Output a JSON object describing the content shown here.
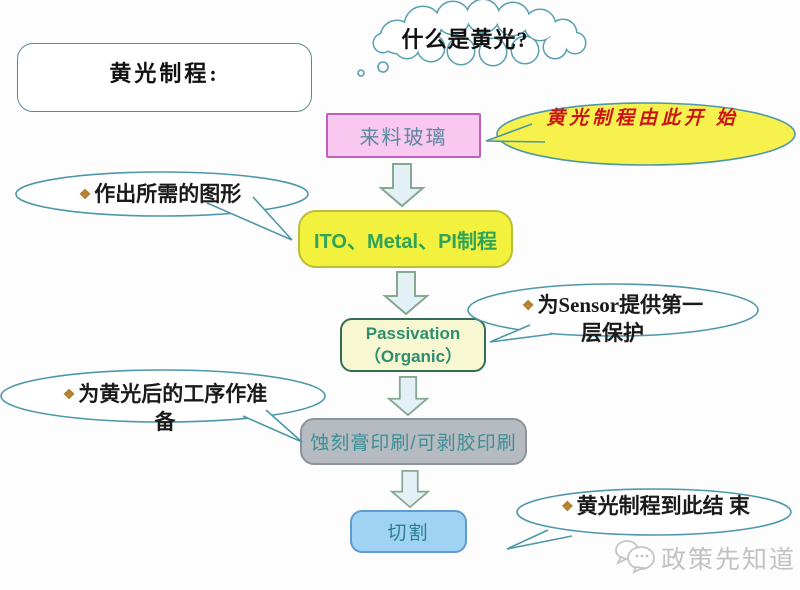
{
  "title_box": {
    "label": "黄光制程:"
  },
  "cloud": {
    "label": "什么是黄光?"
  },
  "boxes": {
    "glass": {
      "label": "来料玻璃"
    },
    "ito": {
      "label": "ITO、Metal、PI制程"
    },
    "passivation": {
      "line1": "Passivation",
      "line2": "（Organic）"
    },
    "print": {
      "label": "蚀刻膏印刷/可剥胶印刷"
    },
    "cut": {
      "label": "切割"
    }
  },
  "callouts": {
    "start": {
      "lines": [
        "黄光制程由此开",
        "始"
      ]
    },
    "pattern": {
      "bullet": "❖",
      "lines": [
        "作出所需的图形"
      ]
    },
    "sensor": {
      "bullet": "❖",
      "lines": [
        "为Sensor提供第一",
        "层保护"
      ]
    },
    "prepare": {
      "bullet": "❖",
      "lines": [
        "为黄光后的工序作准",
        "备"
      ]
    },
    "end": {
      "bullet": "❖",
      "lines": [
        "黄光制程到此结",
        "束"
      ]
    }
  },
  "watermark": {
    "label": "政策先知道"
  },
  "colors": {
    "callout_border": "#4e97aa",
    "start_bubble_fill": "#f6f14c",
    "start_text": "#cc1414",
    "glass_fill": "#f8c8f0",
    "glass_border": "#c060b8",
    "ito_fill": "#f2f13e",
    "ito_text": "#2fa35b",
    "passivation_fill": "#f7f8d2",
    "passivation_border": "#336c55",
    "print_fill": "#b5bbc1",
    "print_text": "#3d8f96",
    "cut_fill": "#a0d3f3",
    "cut_border": "#5e9bd2",
    "arrow_fill": "#e3f1f7",
    "arrow_stroke": "#86a890",
    "bullet": "#b5802e",
    "watermark": "#c2c2c2"
  }
}
